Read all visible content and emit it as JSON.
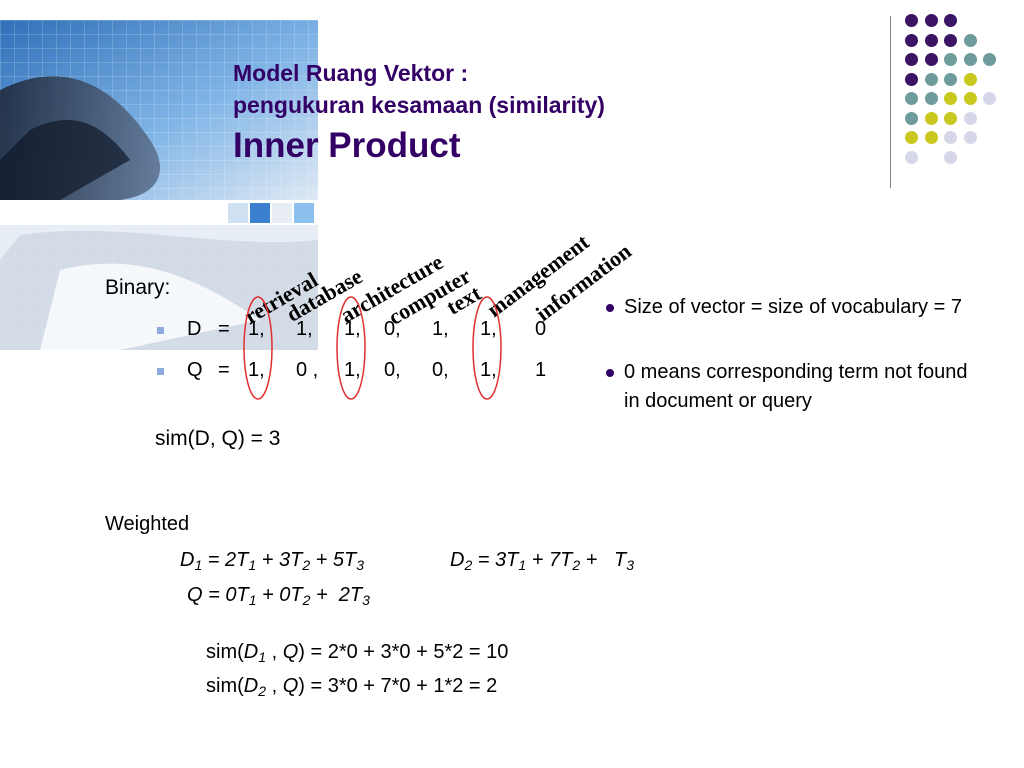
{
  "slide": {
    "title_line1": "Model Ruang Vektor :",
    "title_line2": "pengukuran kesamaan (similarity)",
    "title_line3": "Inner Product",
    "accent_color": "#330066",
    "highlight_color": "#e03030"
  },
  "binary": {
    "label": "Binary:",
    "terms": [
      "retrieval",
      "database",
      "architecture",
      "computer",
      "text",
      "management",
      "information"
    ],
    "rows": [
      {
        "label": "D",
        "eq": "=",
        "values": [
          "1,",
          "1,",
          "1,",
          "0,",
          "1,",
          "1,",
          "0"
        ]
      },
      {
        "label": "Q",
        "eq": "=",
        "values": [
          "1,",
          "0 ,",
          "1,",
          "0,",
          "0,",
          "1,",
          "1"
        ]
      }
    ],
    "result": "sim(D, Q) = 3"
  },
  "notes": [
    "Size of vector = size of vocabulary = 7",
    "0 means corresponding term not found in document or query"
  ],
  "weighted": {
    "label": "Weighted",
    "d1": {
      "lhs": "D",
      "sub": "1",
      "rest": " = 2T",
      "parts": [
        [
          "1",
          " + 3T"
        ],
        [
          "2",
          " + 5T"
        ],
        [
          "3",
          ""
        ]
      ]
    },
    "d2": {
      "lhs": "D",
      "sub": "2",
      "rest": " = 3T",
      "parts": [
        [
          "1",
          " + 7T"
        ],
        [
          "2",
          " +   T"
        ],
        [
          "3",
          ""
        ]
      ]
    },
    "q": {
      "lhs": "Q",
      "rest": " = 0T",
      "parts": [
        [
          "1",
          " + 0T"
        ],
        [
          "2",
          " +  2T"
        ],
        [
          "3",
          ""
        ]
      ]
    },
    "sim1": {
      "pre": "sim(",
      "d": "D",
      "dsub": "1",
      "mid": " , ",
      "q": "Q",
      "post": ") = 2*0 + 3*0 + 5*2  = 10"
    },
    "sim2": {
      "pre": "sim(",
      "d": "D",
      "dsub": "2",
      "mid": " , ",
      "q": "Q",
      "post": ") = 3*0 + 7*0 + 1*2  =  2"
    }
  }
}
